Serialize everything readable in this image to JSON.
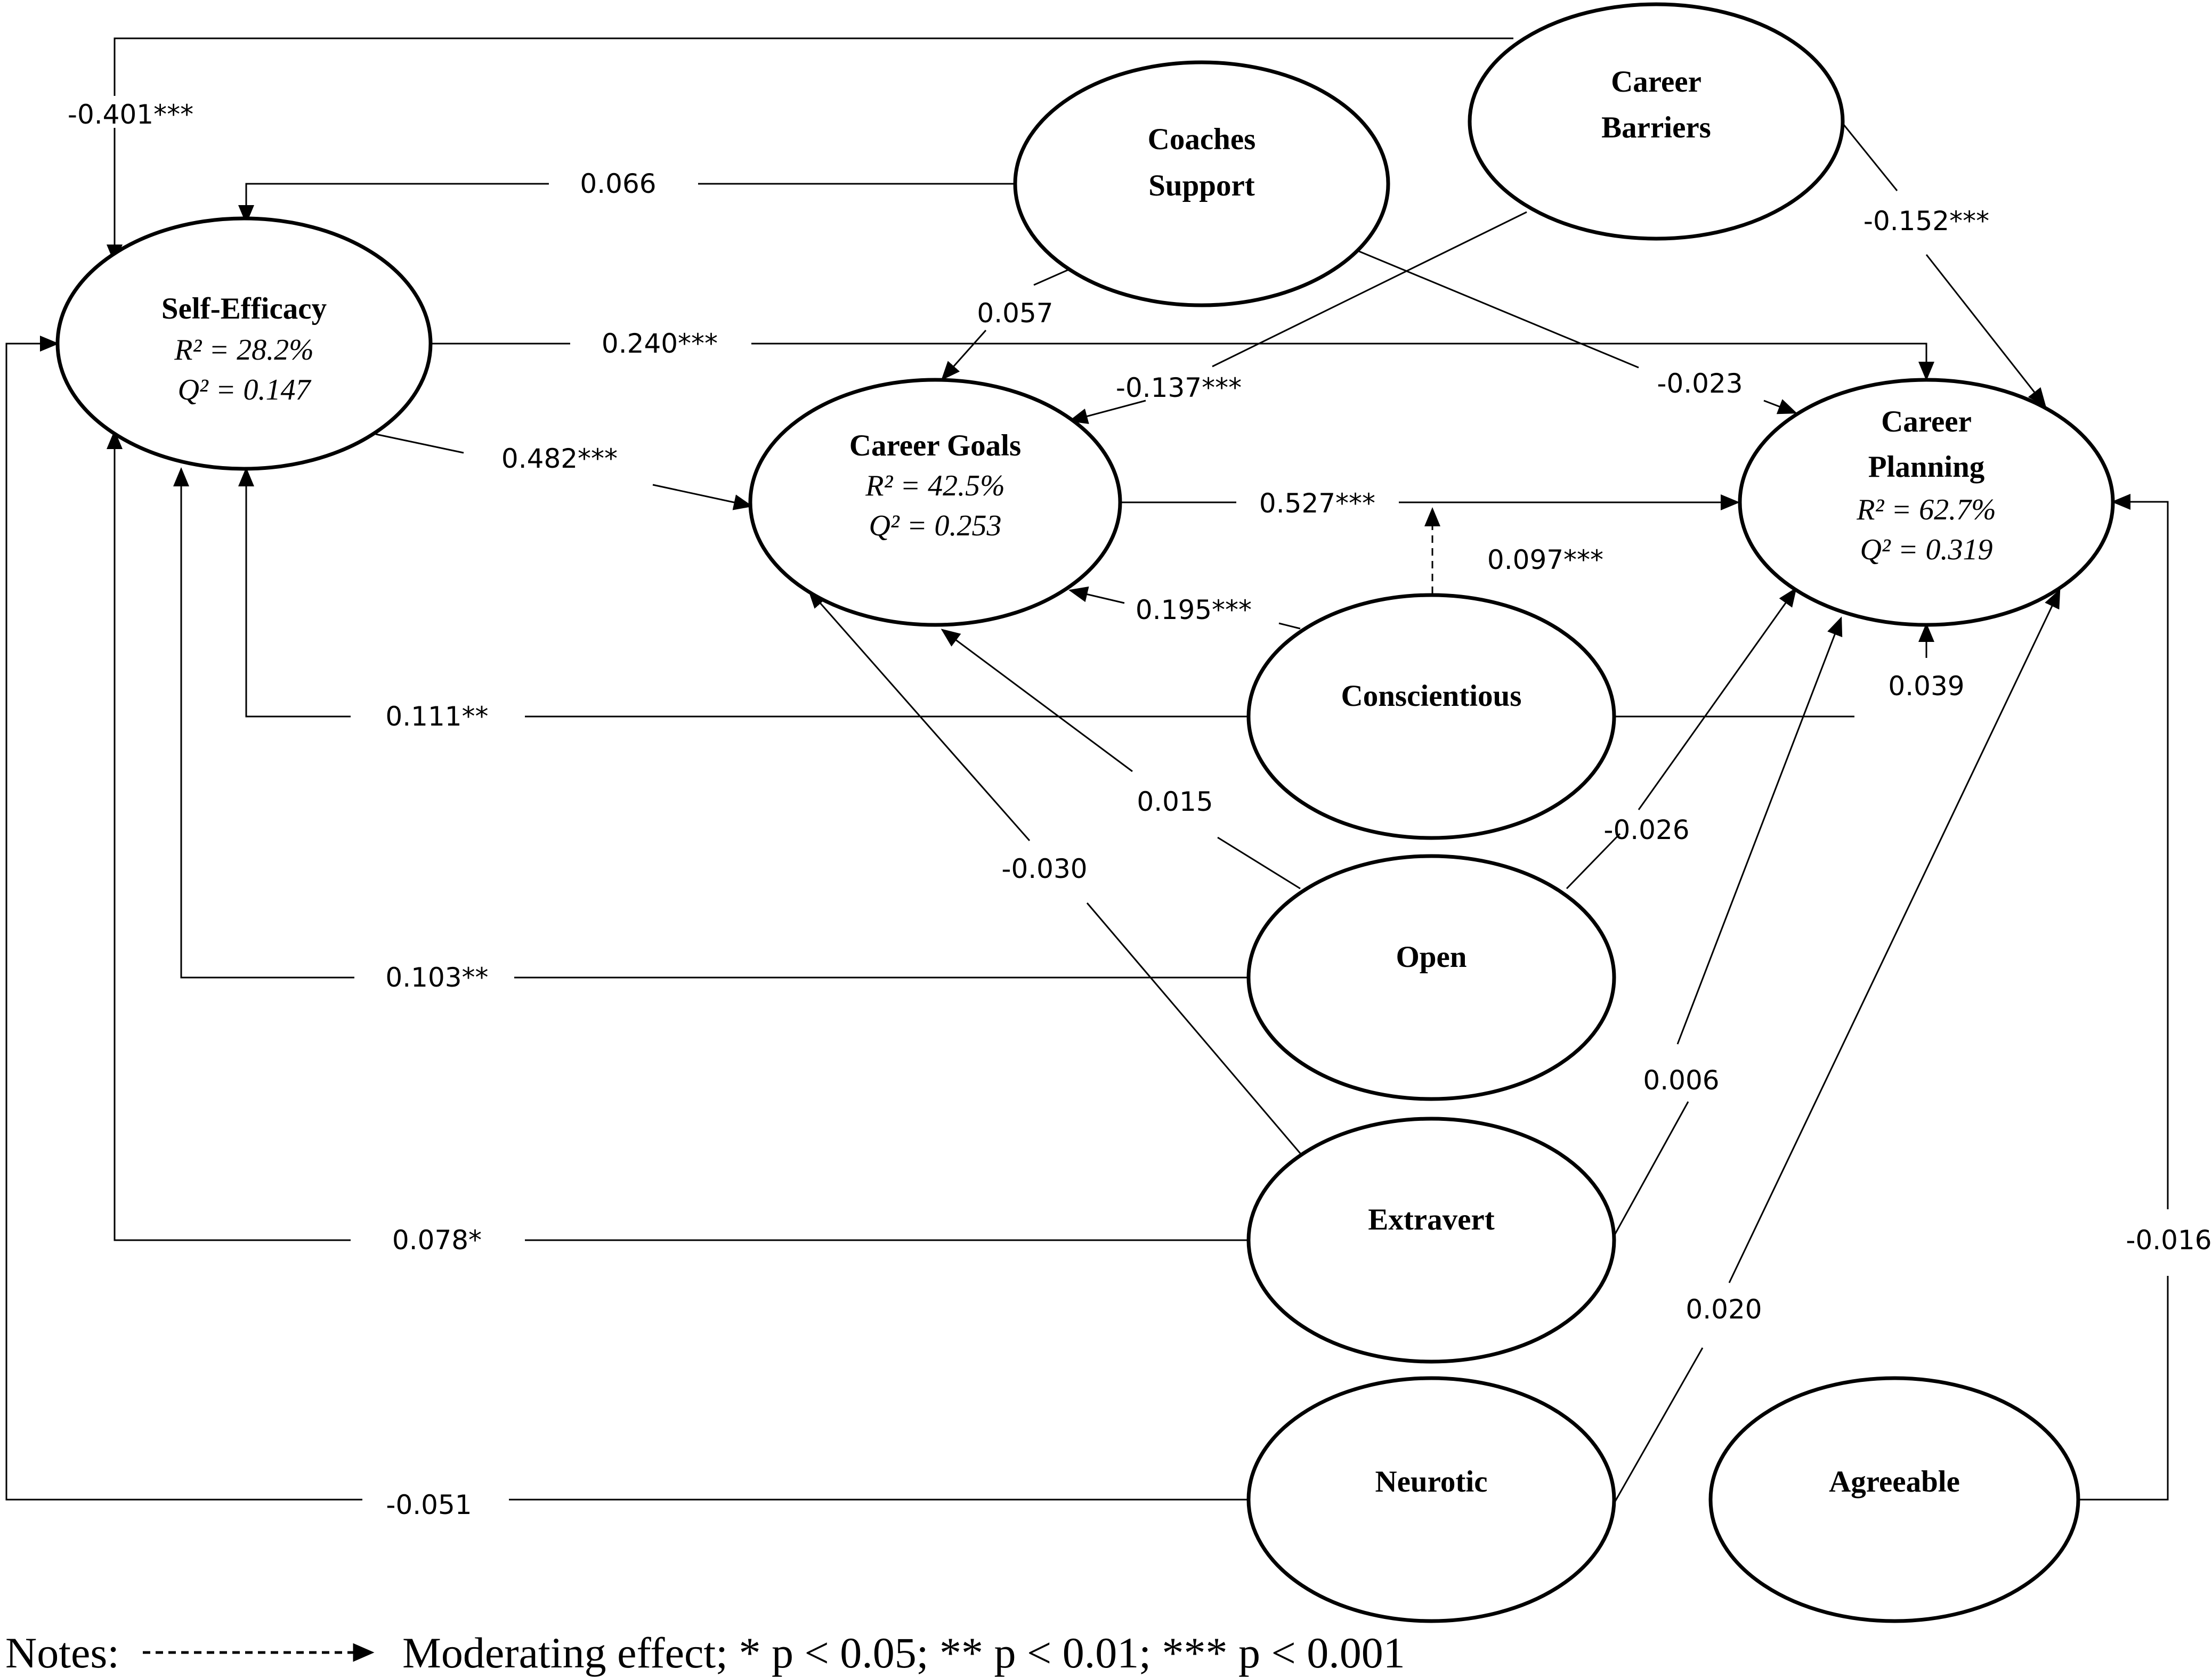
{
  "nodes": {
    "self_efficacy": {
      "name": "Self-Efficacy",
      "r2": "R² = 28.2%",
      "q2": "Q² = 0.147"
    },
    "coaches_support": {
      "name_line1": "Coaches",
      "name_line2": "Support"
    },
    "career_barriers": {
      "name_line1": "Career",
      "name_line2": "Barriers"
    },
    "career_goals": {
      "name": "Career Goals",
      "r2": "R² = 42.5%",
      "q2": "Q² = 0.253"
    },
    "career_planning": {
      "name_line1": "Career",
      "name_line2": "Planning",
      "r2": "R² = 62.7%",
      "q2": "Q² = 0.319"
    },
    "conscientious": {
      "name": "Conscientious"
    },
    "open": {
      "name": "Open"
    },
    "extravert": {
      "name": "Extravert"
    },
    "neurotic": {
      "name": "Neurotic"
    },
    "agreeable": {
      "name": "Agreeable"
    }
  },
  "paths": {
    "barriers_to_self_efficacy": "-0.401***",
    "coaches_to_self_efficacy": "0.066",
    "barriers_to_planning": "-0.152***",
    "coaches_to_goals": "0.057",
    "self_efficacy_to_planning": "0.240***",
    "barriers_to_goals": "-0.137***",
    "coaches_to_planning": "-0.023",
    "self_efficacy_to_goals": "0.482***",
    "goals_to_planning": "0.527***",
    "conscientious_moderation": "0.097***",
    "conscientious_to_goals": "0.195***",
    "conscientious_to_self_efficacy": "0.111**",
    "conscientious_to_planning": "0.039",
    "open_to_goals": "0.015",
    "open_to_planning": "-0.026",
    "extravert_to_goals": "-0.030",
    "open_to_self_efficacy": "0.103**",
    "extravert_to_planning": "0.006",
    "extravert_to_self_efficacy": "0.078*",
    "agreeable_to_planning": "-0.016",
    "neurotic_to_planning": "0.020",
    "neurotic_to_self_efficacy": "-0.051"
  },
  "notes": {
    "prefix": "Notes:",
    "text": "Moderating effect; * p < 0.05; ** p < 0.01; *** p < 0.001"
  }
}
